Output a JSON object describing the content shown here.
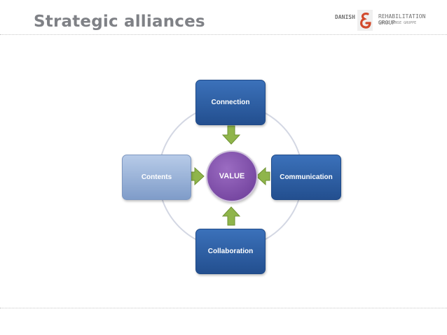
{
  "header": {
    "title": "Strategic alliances"
  },
  "logo": {
    "left_text": "DANISH",
    "right_text": "REHABILITATION GROUP",
    "sub_text": "DANSK SENSE GRUPPE",
    "mark_color": "#d24a2c"
  },
  "diagram": {
    "center": "VALUE",
    "top": "Connection",
    "right": "Communication",
    "bottom": "Collaboration",
    "left": "Contents",
    "colors": {
      "dark_box": "#2e5fa3",
      "light_box": "#9db5dc",
      "center": "#7b4aa6",
      "arrow": "#8fb54b",
      "ring": "#d3d7e3"
    }
  }
}
